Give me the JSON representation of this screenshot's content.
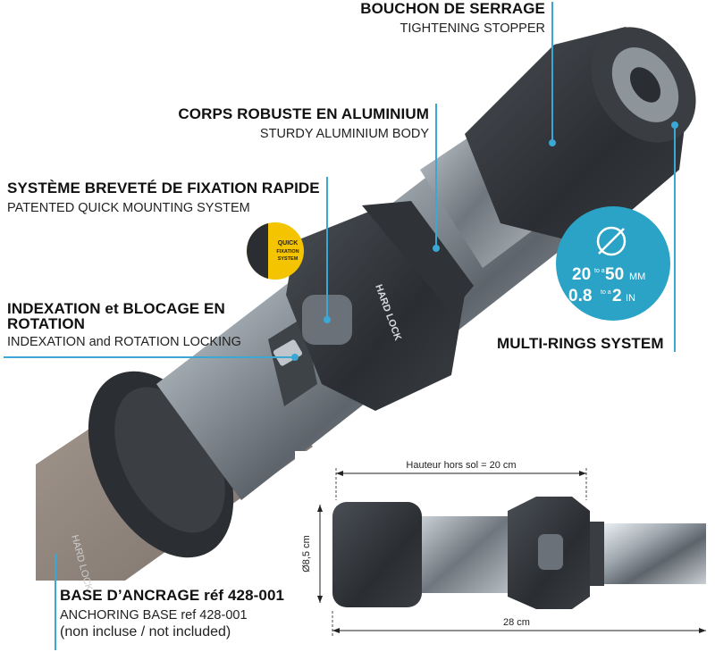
{
  "labels": {
    "stopper": {
      "title": "BOUCHON DE SERRAGE",
      "subtitle": "TIGHTENING STOPPER"
    },
    "body": {
      "title": "CORPS ROBUSTE EN ALUMINIUM",
      "subtitle": "STURDY ALUMINIUM BODY"
    },
    "quick": {
      "title": "SYSTÈME BREVETÉ DE FIXATION RAPIDE",
      "subtitle": "PATENTED QUICK MOUNTING SYSTEM"
    },
    "index": {
      "title": "INDEXATION et BLOCAGE EN ROTATION",
      "subtitle": "INDEXATION and ROTATION LOCKING"
    },
    "rings": {
      "title": "MULTI-RINGS SYSTEM"
    },
    "base": {
      "title": "BASE D’ANCRAGE réf 428-001",
      "subtitle": "ANCHORING BASE ref 428-001",
      "note": "(non incluse / not included)"
    }
  },
  "badge": {
    "line1_a": "20",
    "line1_small": "to a",
    "line1_b": "50",
    "line1_unit": "MM",
    "line2_a": "0.8",
    "line2_small": "to a",
    "line2_b": "2",
    "line2_unit": "IN",
    "color": "#2aa3c6"
  },
  "quick_badge": {
    "l1": "QUICK",
    "l2": "FIXATION",
    "l3": "SYSTEM",
    "color": "#f5c400"
  },
  "brand": "HARD LOCK",
  "inset": {
    "height_label": "Hauteur hors sol = 20 cm",
    "diameter_label": "Ø8,5 cm",
    "length_label": "28 cm"
  },
  "colors": {
    "accent": "#3aa7d4",
    "dark": "#2c2f33",
    "metal": "#9aa1a8"
  }
}
